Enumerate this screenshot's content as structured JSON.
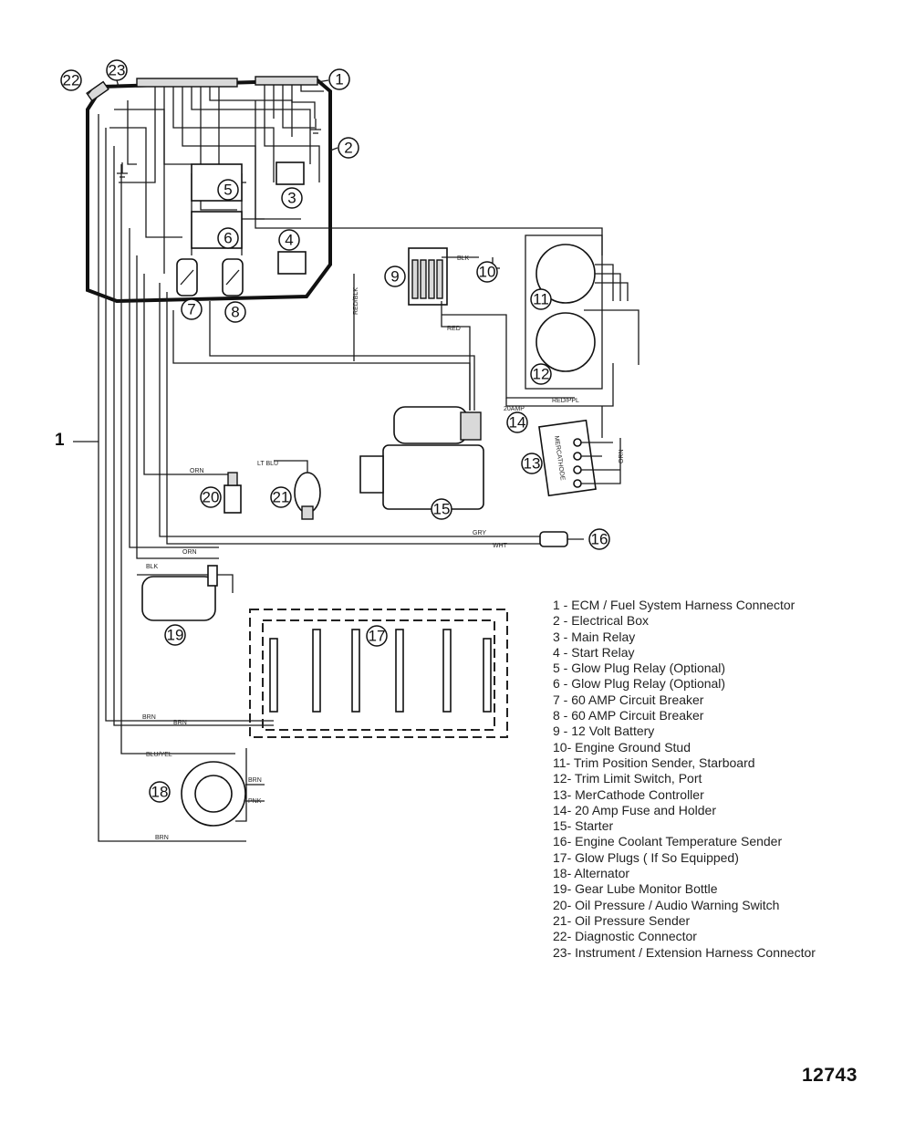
{
  "figure_number": "12743",
  "main_harness_callout": "1",
  "callouts": [
    "1",
    "2",
    "3",
    "4",
    "5",
    "6",
    "7",
    "8",
    "9",
    "10",
    "11",
    "12",
    "13",
    "14",
    "15",
    "16",
    "17",
    "18",
    "19",
    "20",
    "21",
    "22",
    "23"
  ],
  "legend": [
    "1 - ECM / Fuel System Harness Connector",
    "2 - Electrical Box",
    "3 - Main Relay",
    "4 - Start Relay",
    "5 - Glow Plug Relay (Optional)",
    "6 - Glow Plug Relay (Optional)",
    "7 - 60 AMP Circuit Breaker",
    "8 - 60 AMP Circuit Breaker",
    "9 - 12 Volt Battery",
    "10- Engine Ground Stud",
    "11- Trim Position Sender, Starboard",
    "12- Trim Limit Switch, Port",
    "13- MerCathode Controller",
    "14- 20 Amp Fuse and Holder",
    "15- Starter",
    "16- Engine Coolant Temperature Sender",
    "17- Glow Plugs ( If So Equipped)",
    "18- Alternator",
    "19- Gear Lube Monitor Bottle",
    "20- Oil Pressure / Audio Warning Switch",
    "21- Oil Pressure Sender",
    "22- Diagnostic Connector",
    "23- Instrument / Extension Harness Connector"
  ],
  "wire_labels": {
    "blk": "BLK",
    "red": "RED",
    "red_blk": "RED/BLK",
    "red_ppl": "RED/PPL",
    "orn": "ORN",
    "gry": "GRY",
    "wht": "WHT",
    "brn": "BRN",
    "pnk": "PNK",
    "blu_yel": "BLU/YEL",
    "lt_blu": "LT BLU",
    "amp20": "20AMP",
    "mercathode": "MERCATHODE"
  }
}
